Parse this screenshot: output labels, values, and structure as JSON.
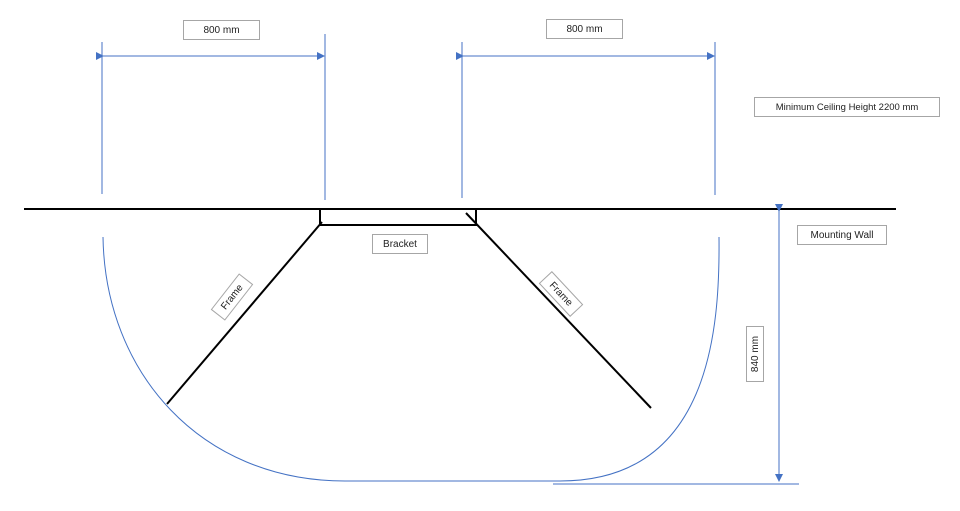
{
  "labels": {
    "width_left": "800 mm",
    "width_right": "800 mm",
    "min_ceiling": "Minimum Ceiling Height 2200 mm",
    "mounting_wall": "Mounting Wall",
    "bracket": "Bracket",
    "frame_left": "Frame",
    "frame_right": "Frame",
    "depth": "840 mm"
  },
  "colors": {
    "dimension_line": "#4472c4",
    "structure_line": "#000000",
    "label_border": "#a6a6a6"
  }
}
